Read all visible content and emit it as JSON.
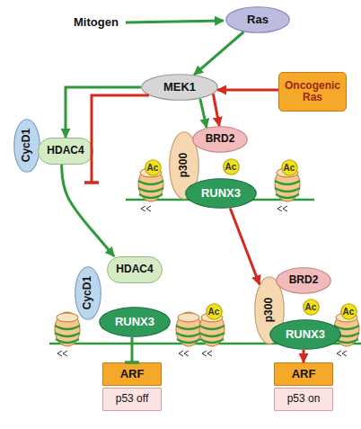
{
  "diagram": {
    "nodes": [
      {
        "text": [
          "Ras"
        ]
      },
      {
        "text": [
          "MEK1"
        ]
      },
      {
        "text": [
          "Oncogenic Ras"
        ]
      },
      {
        "text": [
          "CycD1"
        ]
      },
      {
        "text": [
          "HDAC4"
        ]
      },
      {
        "text": [
          "p300"
        ]
      },
      {
        "text": [
          "BRD2"
        ]
      },
      {
        "text": [
          "RUNX3"
        ]
      },
      {
        "text": [
          "Ac"
        ]
      },
      {
        "text": [
          "Ac"
        ]
      },
      {
        "text": [
          "Ac"
        ]
      },
      {
        "text": [
          "CycD1"
        ]
      },
      {
        "text": [
          "HDAC4"
        ]
      },
      {
        "text": [
          "RUNX3"
        ]
      },
      {
        "text": [
          "p300"
        ]
      },
      {
        "text": [
          "BRD2"
        ]
      },
      {
        "text": [
          "RUNX3"
        ]
      },
      {
        "text": [
          "Ac"
        ]
      },
      {
        "text": [
          "Ac"
        ]
      },
      {
        "text": [
          "Ac"
        ]
      },
      {
        "text": [
          "ARF"
        ]
      },
      {
        "text": [
          "p53 off"
        ]
      },
      {
        "text": [
          "ARF"
        ]
      },
      {
        "text": [
          "p53 on"
        ]
      }
    ],
    "edges": [
      {
        "from": 0,
        "to": 1,
        "arrow": "to"
      },
      {
        "from": 2,
        "to": 1,
        "arrow": "to"
      },
      {
        "from": 1,
        "to": 4,
        "arrow": "to"
      },
      {
        "from": 1,
        "to": 6,
        "arrow": "to"
      },
      {
        "from": 1,
        "to": 6,
        "arrow": "to"
      },
      {
        "from": 4,
        "to": 12,
        "arrow": "to"
      },
      {
        "from": 7,
        "to": 14,
        "arrow": "to"
      },
      {
        "from": 13,
        "to": 20,
        "arrow": "to"
      },
      {
        "from": 16,
        "to": 22,
        "arrow": "to"
      }
    ],
    "labels": [
      "Mitogen"
    ]
  }
}
